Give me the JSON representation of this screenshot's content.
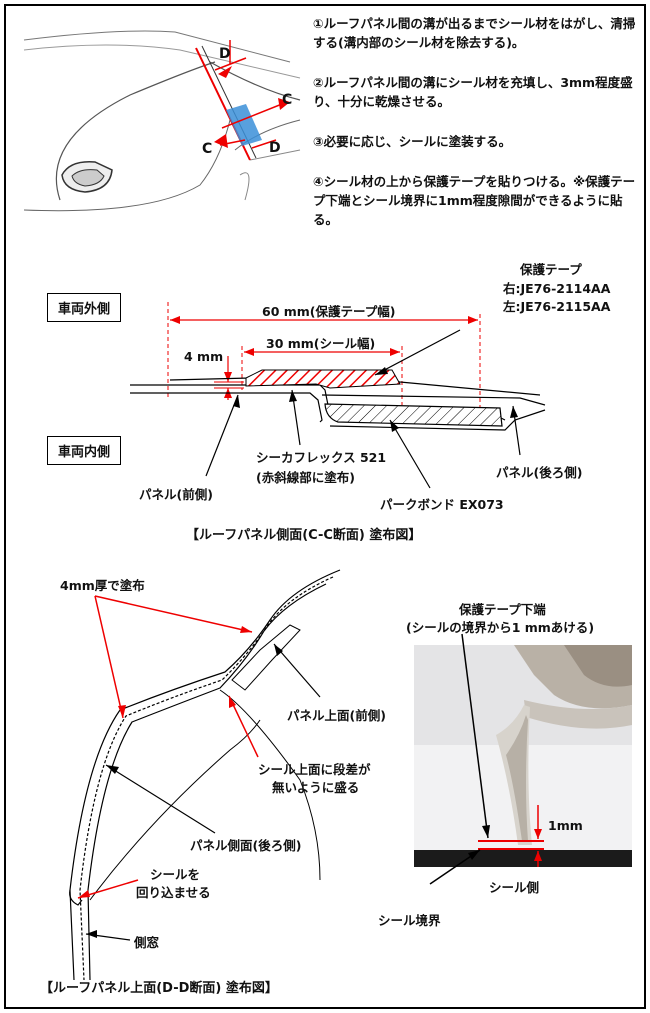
{
  "steps": [
    "①ルーフパネル間の溝が出るまでシール材をはがし、清掃する(溝内部のシール材を除去する)。",
    "②ルーフパネル間の溝にシール材を充填し、3mm程度盛り、十分に乾燥させる。",
    "③必要に応じ、シールに塗装する。",
    "④シール材の上から保護テープを貼りつける。※保護テープ下端とシール境界に1mm程度隙間ができるように貼る。"
  ],
  "top_figure": {
    "markers": {
      "d_top": "D",
      "d_bottom": "D",
      "c_right": "C",
      "c_left": "C"
    }
  },
  "cc_section": {
    "outside_label": "車両外側",
    "inside_label": "車両内側",
    "tape_title": "保護テープ",
    "tape_right": "右:JE76-2114AA",
    "tape_left": "左:JE76-2115AA",
    "tape_width": "60 mm(保護テープ幅)",
    "seal_width": "30 mm(シール幅)",
    "gap": "4 mm",
    "sikaflex_line1": "シーカフレックス 521",
    "sikaflex_line2": "(赤斜線部に塗布)",
    "panel_front": "パネル(前側)",
    "panel_rear": "パネル(後ろ側)",
    "parkbond": "パークボンド EX073",
    "caption": "【ルーフパネル側面(C-C断面) 塗布図】"
  },
  "dd_section": {
    "thickness": "4mm厚で塗布",
    "panel_top_front": "パネル上面(前側)",
    "no_step_line1": "シール上面に段差が",
    "no_step_line2": "無いように盛る",
    "panel_side_rear": "パネル側面(後ろ側)",
    "wrap_line1": "シールを",
    "wrap_line2": "回り込ませる",
    "side_window": "側窓",
    "caption": "【ルーフパネル上面(D-D断面) 塗布図】"
  },
  "photo": {
    "tape_edge_line1": "保護テープ下端",
    "tape_edge_line2": "(シールの境界から1 mmあける)",
    "gap_label": "1mm",
    "seal_side": "シール側",
    "seal_boundary": "シール境界"
  }
}
